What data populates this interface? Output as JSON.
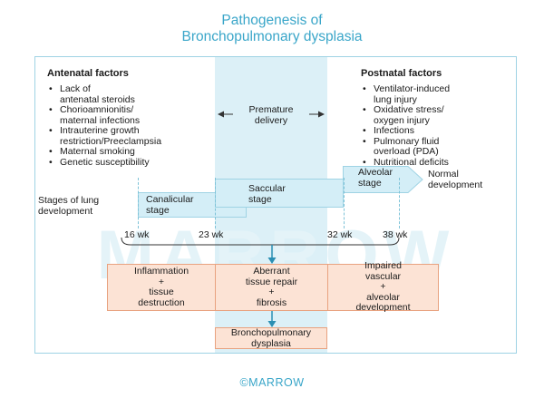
{
  "title": {
    "line1": "Pathogenesis of",
    "line2": "Bronchopulmonary dysplasia"
  },
  "antenatal": {
    "heading": "Antenatal factors",
    "items": [
      "Lack of\nantenatal steroids",
      "Chorioamnionitis/\nmaternal infections",
      "Intrauterine growth\nrestriction/Preeclampsia",
      "Maternal smoking",
      "Genetic susceptibility"
    ]
  },
  "postnatal": {
    "heading": "Postnatal factors",
    "items": [
      "Ventilator-induced\nlung injury",
      "Oxidative stress/\noxygen injury",
      "Infections",
      "Pulmonary fluid\noverload (PDA)",
      "Nutritional deficits"
    ]
  },
  "premature": "Premature\ndelivery",
  "stages": {
    "label": "Stages of lung\ndevelopment",
    "canalicular": "Canalicular\nstage",
    "saccular": "Saccular\nstage",
    "alveolar": "Alveolar\nstage",
    "normal": "Normal\ndevelopment"
  },
  "weeks": [
    "16 wk",
    "23 wk",
    "32 wk",
    "38 wk"
  ],
  "outcomes": [
    "Inflammation\n+\ntissue\ndestruction",
    "Aberrant\ntissue repair\n+\nfibrosis",
    "Impaired\nvascular\n+\nalveolar\ndevelopment"
  ],
  "result": "Bronchopulmonary\ndysplasia",
  "watermark": "MARROW",
  "footer": "©MARROW",
  "colors": {
    "accent": "#3aa6c9",
    "band": "#dcf0f7",
    "stage_fill": "#d4eef7",
    "box_fill": "#fce3d5",
    "box_border": "#e8a27f"
  }
}
